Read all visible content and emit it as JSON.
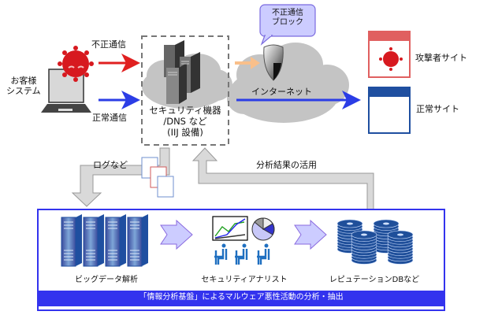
{
  "customer": {
    "label_line1": "お客様",
    "label_line2": "システム"
  },
  "flows": {
    "malicious_label": "不正通信",
    "normal_label": "正常通信",
    "malicious_color": "#e02020",
    "normal_color": "#2b3de6"
  },
  "security_box": {
    "line1": "セキュリティ機器",
    "line2": "/DNS など",
    "line3": "(IIJ 設備)"
  },
  "internet": {
    "label": "インターネット"
  },
  "block_callout": {
    "line1": "不正通信",
    "line2": "ブロック"
  },
  "sites": {
    "attacker_label": "攻撃者サイト",
    "normal_label": "正常サイト",
    "attacker_color": "#e06060",
    "normal_color": "#1f4fa0"
  },
  "feedback": {
    "logs_label": "ログなど",
    "results_label": "分析結果の活用"
  },
  "platform": {
    "bigdata_label": "ビッグデータ解析",
    "analyst_label": "セキュリティアナリスト",
    "reputation_label": "レピュテーションDBなど",
    "footer": "「情報分析基盤」によるマルウェア悪性活動の分析・抽出",
    "accent_color": "#3333ee"
  }
}
